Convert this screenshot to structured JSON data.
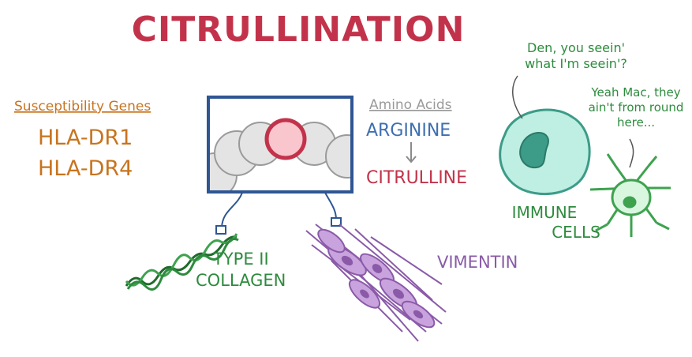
{
  "title": "CITRULLINATION",
  "genes": {
    "heading": "Susceptibility Genes",
    "items": [
      "HLA-DR1",
      "HLA-DR4"
    ]
  },
  "amino_acids": {
    "heading": "Amino Acids",
    "from": "ARGININE",
    "to": "CITRULLINE"
  },
  "proteins": {
    "collagen_line1": "TYPE II",
    "collagen_line2": "COLLAGEN",
    "vimentin": "VIMENTIN"
  },
  "immune": {
    "label_line1": "IMMUNE",
    "label_line2": "CELLS",
    "bubble1_line1": "Den, you seein'",
    "bubble1_line2": "what I'm seein'?",
    "bubble2_line1": "Yeah Mac, they",
    "bubble2_line2": "ain't from round",
    "bubble2_line3": "here..."
  },
  "colors": {
    "title": "#c2334b",
    "genes": "#c8741f",
    "arginine": "#3f6fb0",
    "citrulline": "#c2334b",
    "box": "#2f5593",
    "collagen": "#2e8b3e",
    "vimentin": "#8a5aa8",
    "immune": "#2e8b3e",
    "cell_fill": "#bfeee2",
    "cell_stroke": "#3c9c88",
    "dendritic_fill": "#d9f6df"
  }
}
